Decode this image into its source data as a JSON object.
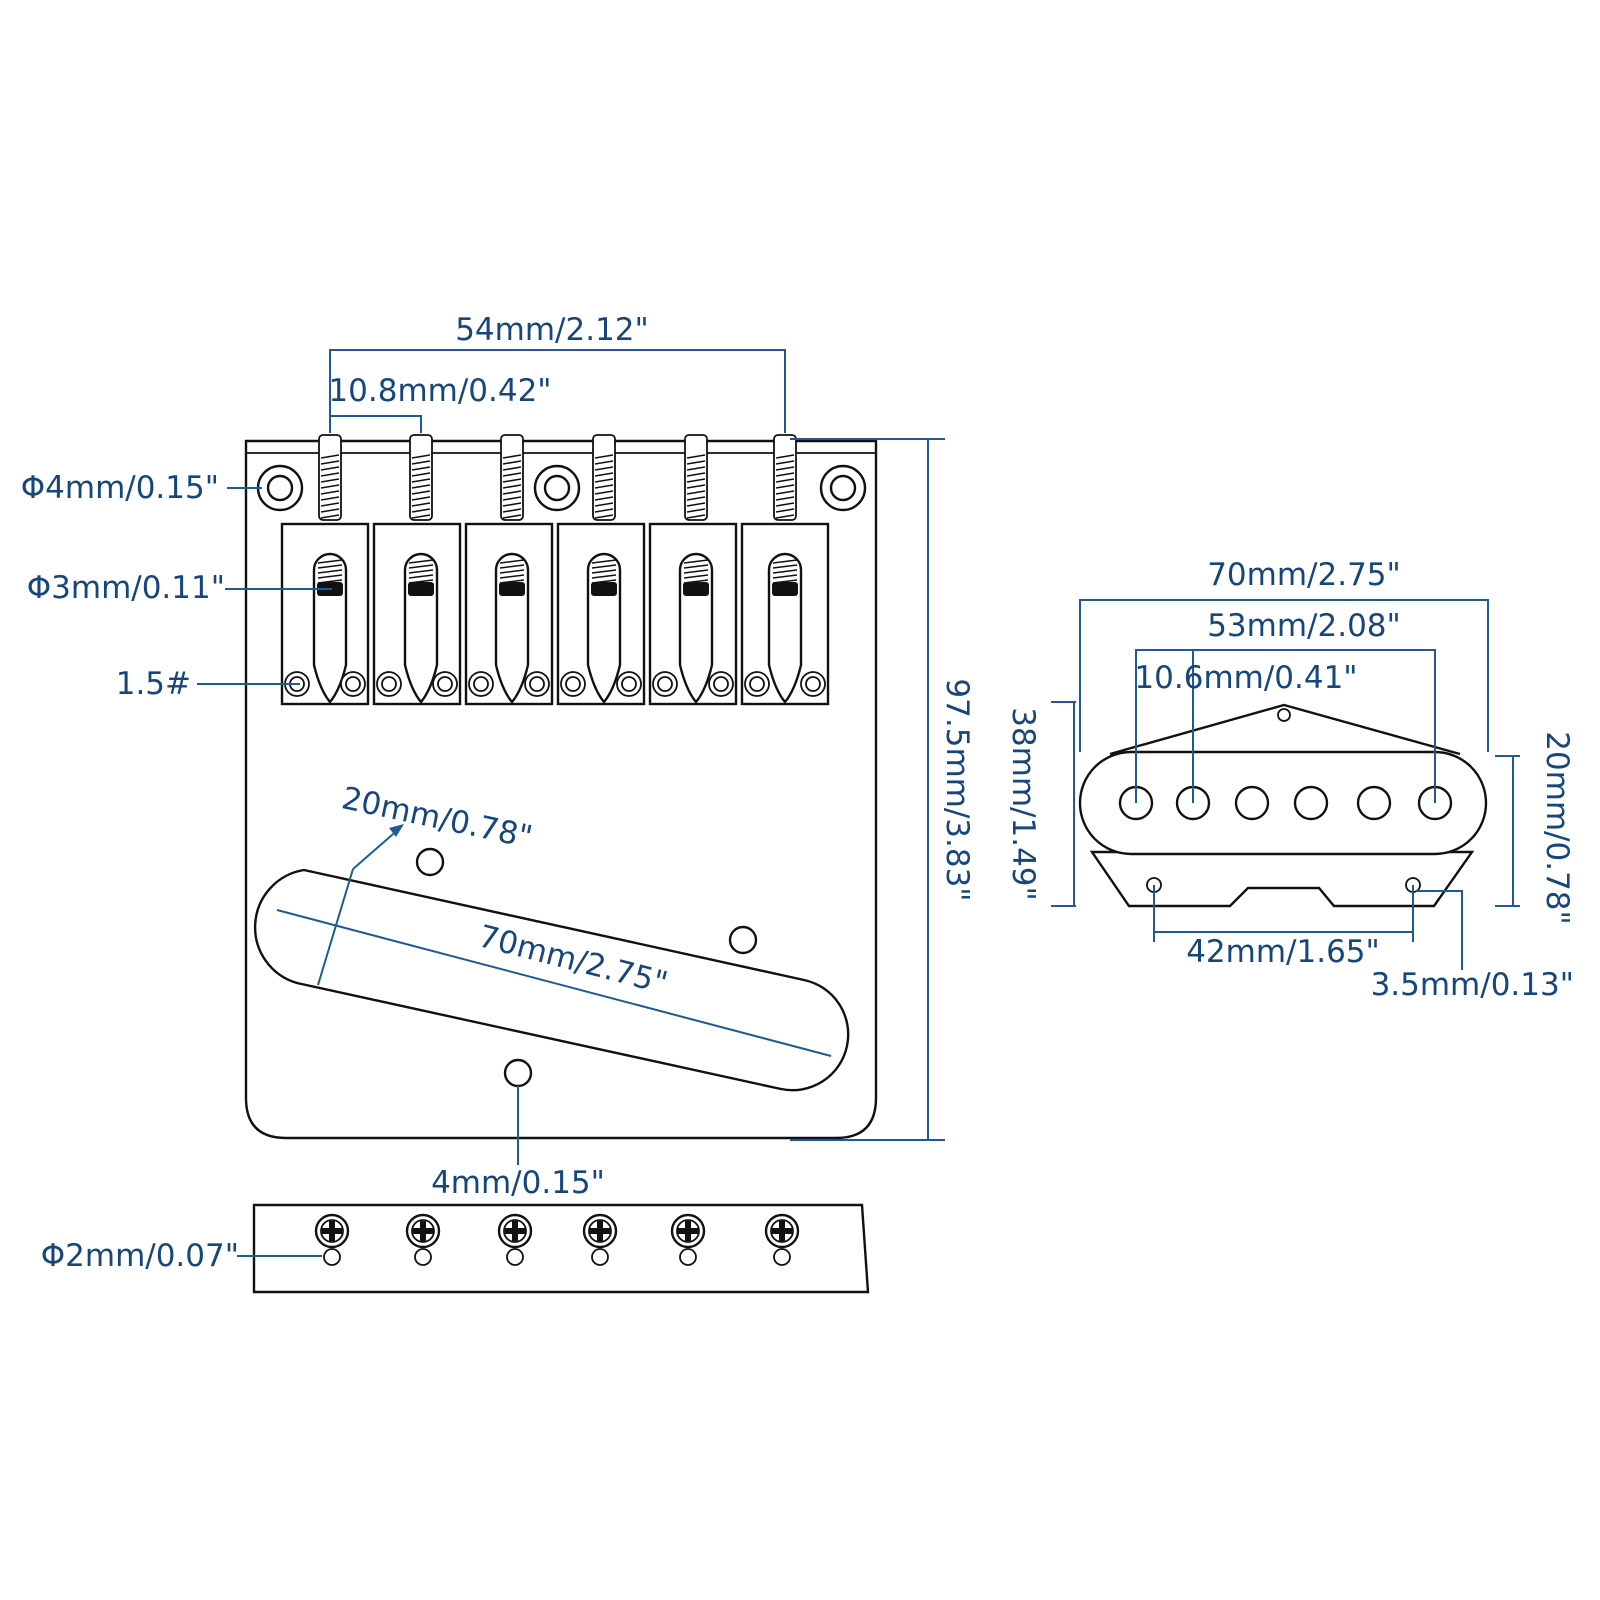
{
  "bridge": {
    "string_spacing_total": "54mm/2.12\"",
    "string_spacing_single": "10.8mm/0.42\"",
    "mount_hole_diameter": "Φ4mm/0.15\"",
    "saddle_screw_diameter": "Φ3mm/0.11\"",
    "height_screw_size": "1.5#",
    "pickup_slot_width": "20mm/0.78\"",
    "pickup_slot_length": "70mm/2.75\"",
    "pickup_hole": "4mm/0.15\"",
    "total_length": "97.5mm/3.83\"",
    "back_hole_diameter": "Φ2mm/0.07\""
  },
  "pickup": {
    "overall_length": "70mm/2.75\"",
    "pole_spacing_total": "53mm/2.08\"",
    "pole_spacing_single": "10.6mm/0.41\"",
    "total_height": "38mm/1.49\"",
    "body_height": "20mm/0.78\"",
    "mount_hole_spacing": "42mm/1.65\"",
    "mount_hole_diameter": "3.5mm/0.13\""
  },
  "colors": {
    "dimension": "#16467a",
    "outline": "#111111"
  }
}
